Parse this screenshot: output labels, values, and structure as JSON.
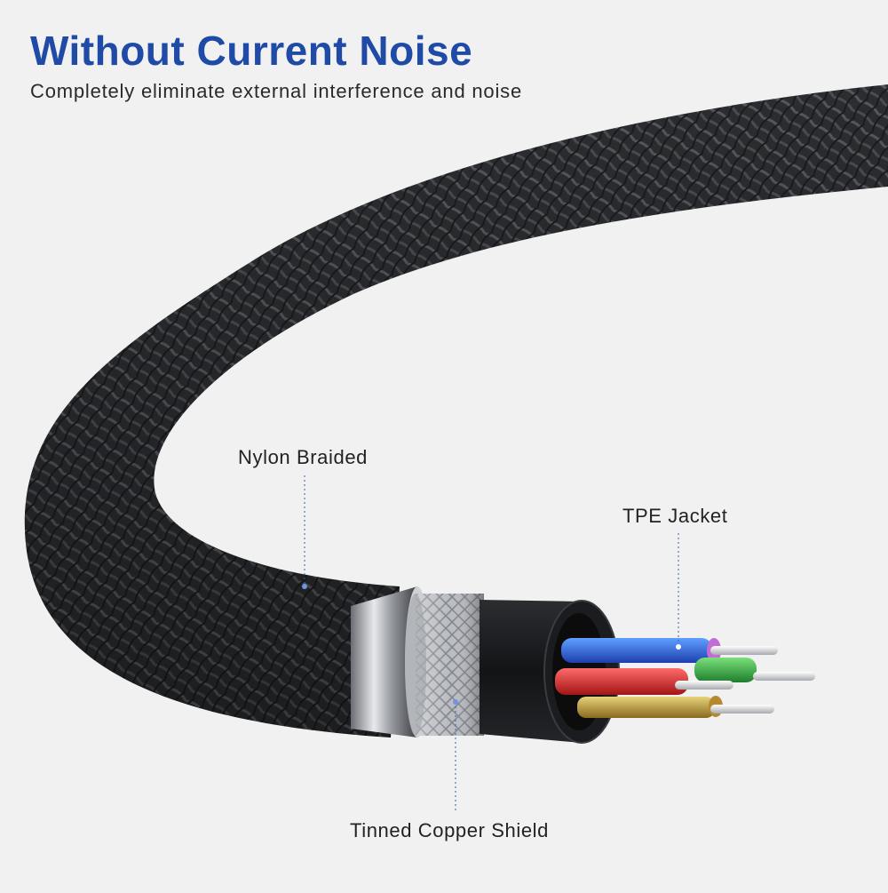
{
  "header": {
    "title": "Without Current Noise",
    "subtitle": "Completely eliminate external interference and noise"
  },
  "callouts": {
    "nylon": "Nylon Braided",
    "tpe": "TPE Jacket",
    "copper": "Tinned Copper Shield"
  },
  "colors": {
    "background": "#f1f1f1",
    "title": "#1f4aa6",
    "braid": "#2b2d30",
    "leader_line": "#3a5fa8"
  },
  "wires": [
    "blue",
    "magenta",
    "green",
    "red",
    "yellow",
    "silver"
  ]
}
